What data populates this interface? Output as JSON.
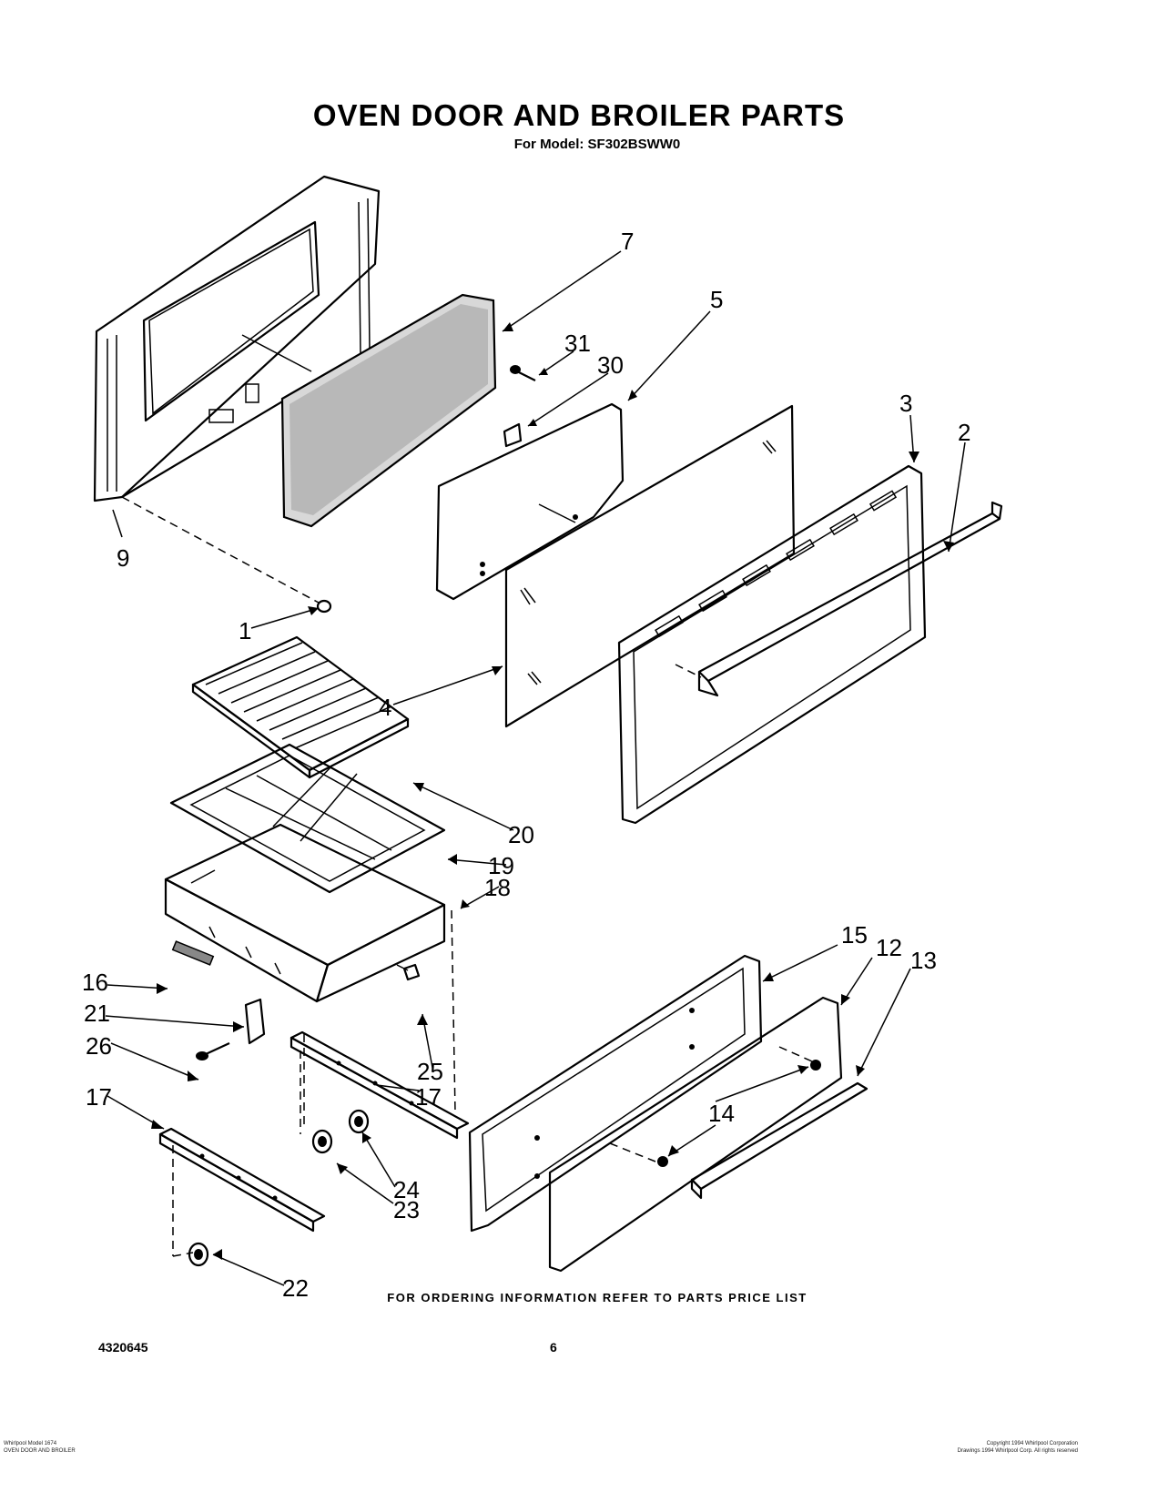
{
  "header": {
    "title": "OVEN DOOR AND BROILER PARTS",
    "subtitle": "For Model: SF302BSWW0"
  },
  "footer": {
    "ordering_note": "FOR ORDERING INFORMATION REFER TO PARTS PRICE LIST",
    "document_number": "4320645",
    "page_number": "6",
    "fine_print_left_1": "Whirlpool Model 1674",
    "fine_print_left_2": "OVEN DOOR AND BROILER",
    "fine_print_right_1": "Copyright 1994 Whirlpool Corporation",
    "fine_print_right_2": "Drawings 1994 Whirlpool Corp. All rights reserved"
  },
  "callouts": [
    "1",
    "2",
    "3",
    "4",
    "5",
    "7",
    "9",
    "12",
    "13",
    "14",
    "15",
    "16",
    "17",
    "17",
    "18",
    "19",
    "20",
    "21",
    "22",
    "23",
    "24",
    "25",
    "26",
    "30",
    "31"
  ]
}
